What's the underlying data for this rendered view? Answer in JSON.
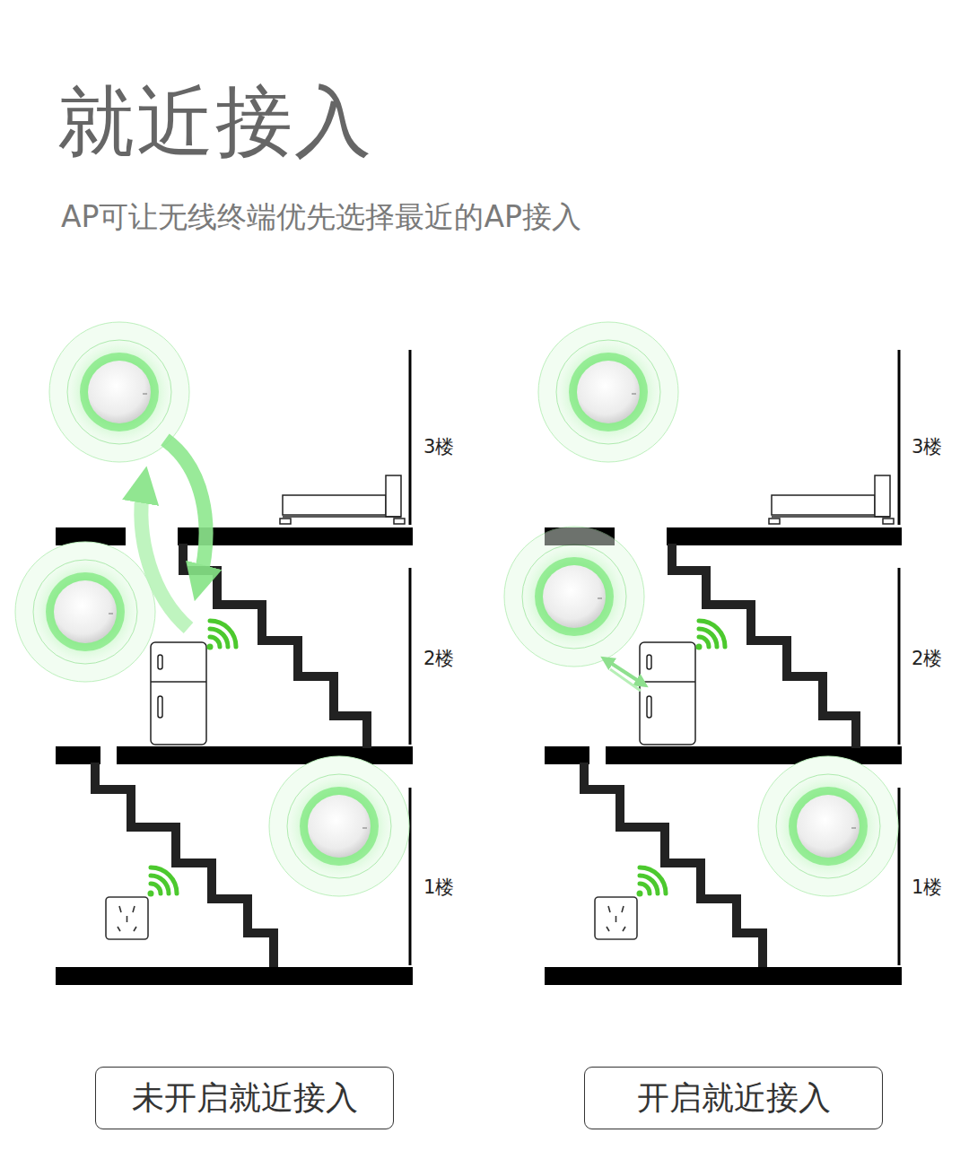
{
  "diagram": {
    "title": "就近接入",
    "nodes": [
      {
        "text": [
          "未开启就近接入"
        ]
      },
      {
        "text": [
          "开启就近接入"
        ]
      }
    ],
    "edges": [],
    "labels": [
      "AP可让无线终端优先选择最近的AP接入",
      "3楼",
      "2楼",
      "1楼",
      "3楼",
      "2楼",
      "1楼"
    ]
  }
}
